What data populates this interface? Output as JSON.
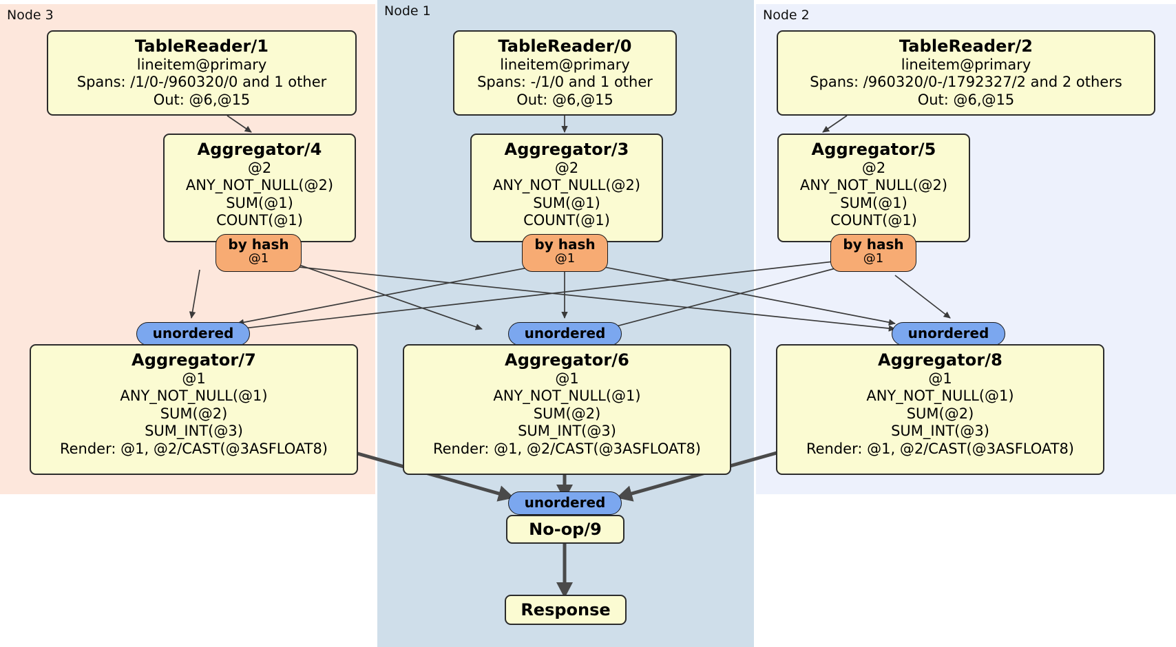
{
  "diagram": {
    "type": "distributed-query-plan",
    "colors": {
      "node3_bg": "#fde7dc",
      "node1_bg": "#cfdeea",
      "node2_bg": "#edf1fc",
      "processor_box": "#fbfbd2",
      "hash_badge": "#f7ab73",
      "unordered_badge": "#7ba7ef",
      "edge": "#3a3a3a"
    }
  },
  "regions": [
    {
      "id": "node3",
      "label": "Node 3"
    },
    {
      "id": "node1",
      "label": "Node 1"
    },
    {
      "id": "node2",
      "label": "Node 2"
    }
  ],
  "processors": {
    "tablereader1": {
      "title": "TableReader/1",
      "lines": [
        "lineitem@primary",
        "Spans: /1/0-/960320/0 and 1 other",
        "Out: @6,@15"
      ]
    },
    "tablereader0": {
      "title": "TableReader/0",
      "lines": [
        "lineitem@primary",
        "Spans: -/1/0 and 1 other",
        "Out: @6,@15"
      ]
    },
    "tablereader2": {
      "title": "TableReader/2",
      "lines": [
        "lineitem@primary",
        "Spans: /960320/0-/1792327/2 and 2 others",
        "Out: @6,@15"
      ]
    },
    "aggregator4": {
      "title": "Aggregator/4",
      "lines": [
        "@2",
        "ANY_NOT_NULL(@2)",
        "SUM(@1)",
        "COUNT(@1)"
      ]
    },
    "aggregator3": {
      "title": "Aggregator/3",
      "lines": [
        "@2",
        "ANY_NOT_NULL(@2)",
        "SUM(@1)",
        "COUNT(@1)"
      ]
    },
    "aggregator5": {
      "title": "Aggregator/5",
      "lines": [
        "@2",
        "ANY_NOT_NULL(@2)",
        "SUM(@1)",
        "COUNT(@1)"
      ]
    },
    "aggregator7": {
      "title": "Aggregator/7",
      "lines": [
        "@1",
        "ANY_NOT_NULL(@1)",
        "SUM(@2)",
        "SUM_INT(@3)",
        "Render: @1, @2/CAST(@3ASFLOAT8)"
      ]
    },
    "aggregator6": {
      "title": "Aggregator/6",
      "lines": [
        "@1",
        "ANY_NOT_NULL(@1)",
        "SUM(@2)",
        "SUM_INT(@3)",
        "Render: @1, @2/CAST(@3ASFLOAT8)"
      ]
    },
    "aggregator8": {
      "title": "Aggregator/8",
      "lines": [
        "@1",
        "ANY_NOT_NULL(@1)",
        "SUM(@2)",
        "SUM_INT(@3)",
        "Render: @1, @2/CAST(@3ASFLOAT8)"
      ]
    },
    "noop9": {
      "title": "No-op/9"
    },
    "response": {
      "title": "Response"
    }
  },
  "badges": {
    "hash_left": {
      "label": "by hash",
      "sublabel": "@1"
    },
    "hash_center": {
      "label": "by hash",
      "sublabel": "@1"
    },
    "hash_right": {
      "label": "by hash",
      "sublabel": "@1"
    },
    "unordered_left": {
      "label": "unordered"
    },
    "unordered_center": {
      "label": "unordered"
    },
    "unordered_right": {
      "label": "unordered"
    },
    "unordered_final": {
      "label": "unordered"
    }
  }
}
